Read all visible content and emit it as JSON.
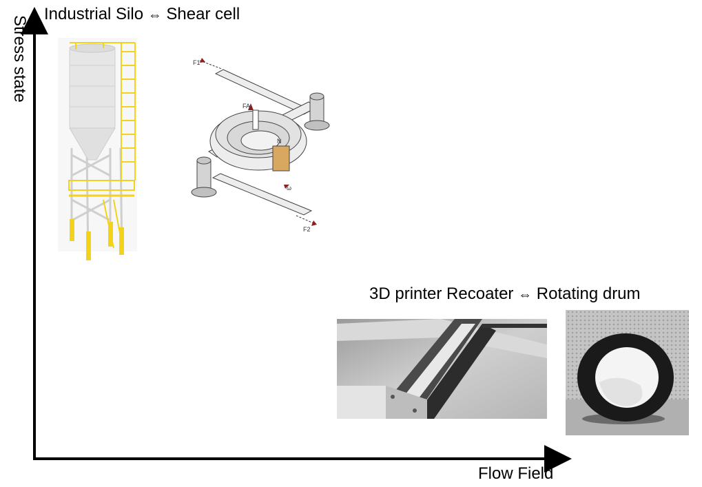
{
  "axes": {
    "y_label": "Stress state",
    "x_label": "Flow Field"
  },
  "groups": {
    "top": {
      "left": "Industrial Silo",
      "symbol": "⇔",
      "right": "Shear cell"
    },
    "bottom": {
      "left": "3D printer Recoater",
      "symbol": "⇔",
      "right": "Rotating drum"
    }
  },
  "shear_cell_diagram": {
    "labels": [
      "F1",
      "F2",
      "FA",
      "N",
      "ω"
    ]
  },
  "images": [
    {
      "name": "industrial-silo",
      "icon": "silo-photo"
    },
    {
      "name": "shear-cell",
      "icon": "shear-cell-drawing"
    },
    {
      "name": "3d-printer-recoater",
      "icon": "recoater-photo"
    },
    {
      "name": "rotating-drum",
      "icon": "drum-photo"
    }
  ],
  "colors": {
    "axis": "#000000",
    "silo_body": "#e6e6e6",
    "silo_ladder": "#f2d21a",
    "drum_ring": "#1a1a1a"
  }
}
